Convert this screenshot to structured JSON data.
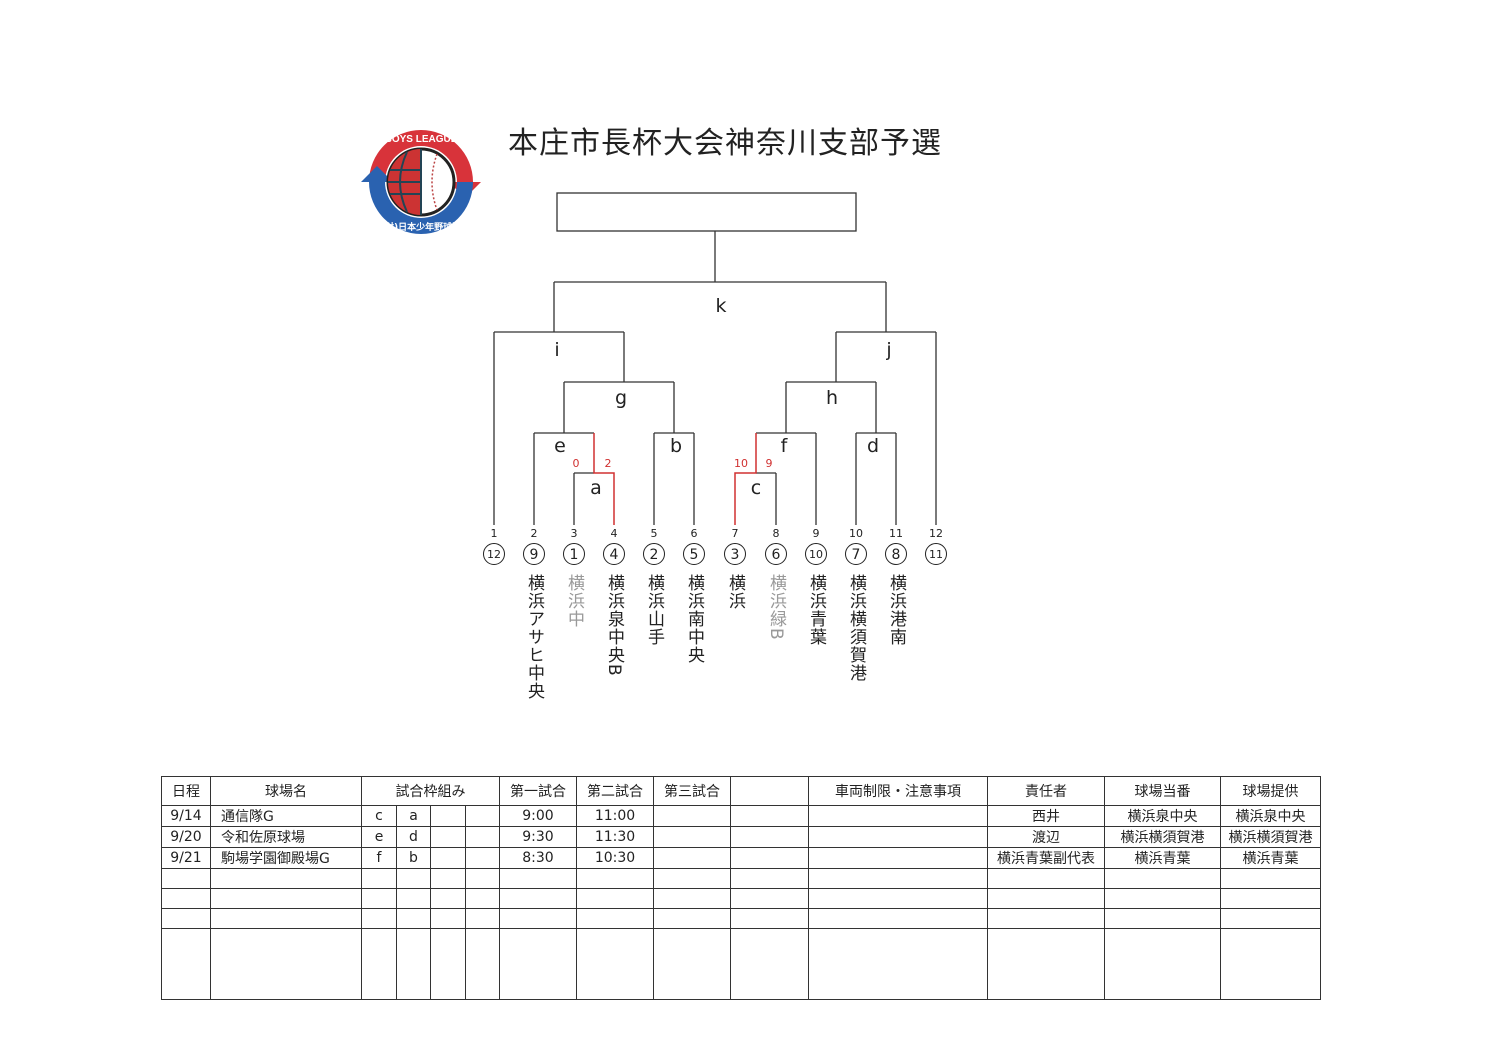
{
  "title": "本庄市長杯大会神奈川支部予選",
  "logo": {
    "top_text": "BOYS LEAGUE",
    "bottom_text": "(公財)日本少年野球連盟"
  },
  "colors": {
    "line": "#333333",
    "winner": "#d03030",
    "logo_red": "#d8333a",
    "logo_blue": "#2a62b0"
  },
  "bracket": {
    "games": {
      "a": "a",
      "b": "b",
      "c": "c",
      "d": "d",
      "e": "e",
      "f": "f",
      "g": "g",
      "h": "h",
      "i": "i",
      "j": "j",
      "k": "k"
    },
    "scores": {
      "a_left": "0",
      "a_right": "2",
      "c_left": "10",
      "c_right": "9"
    },
    "slots": [
      {
        "num": "1",
        "seed": "12",
        "team": "",
        "grey": false
      },
      {
        "num": "2",
        "seed": "9",
        "team": "横浜アサヒ中央",
        "grey": false
      },
      {
        "num": "3",
        "seed": "1",
        "team": "横浜中",
        "grey": true
      },
      {
        "num": "4",
        "seed": "4",
        "team": "横浜泉中央B",
        "grey": false
      },
      {
        "num": "5",
        "seed": "2",
        "team": "横浜山手",
        "grey": false
      },
      {
        "num": "6",
        "seed": "5",
        "team": "横浜南中央",
        "grey": false
      },
      {
        "num": "7",
        "seed": "3",
        "team": "横浜",
        "grey": false
      },
      {
        "num": "8",
        "seed": "6",
        "team": "横浜緑B",
        "grey": true
      },
      {
        "num": "9",
        "seed": "10",
        "team": "横浜青葉",
        "grey": false
      },
      {
        "num": "10",
        "seed": "7",
        "team": "横浜横須賀港",
        "grey": false
      },
      {
        "num": "11",
        "seed": "8",
        "team": "横浜港南",
        "grey": false
      },
      {
        "num": "12",
        "seed": "11",
        "team": "",
        "grey": false
      }
    ]
  },
  "schedule": {
    "headers": [
      "日程",
      "球場名",
      "試合枠組み",
      "第一試合",
      "第二試合",
      "第三試合",
      "",
      "車両制限・注意事項",
      "責任者",
      "球場当番",
      "球場提供"
    ],
    "rows": [
      {
        "date": "9/14",
        "field": "通信隊G",
        "g1": "c",
        "g2": "a",
        "g3": "",
        "g4": "",
        "t1": "9:00",
        "t2": "11:00",
        "t3": "",
        "x": "",
        "notes": "",
        "manager": "西井",
        "duty": "横浜泉中央",
        "provider": "横浜泉中央"
      },
      {
        "date": "9/20",
        "field": "令和佐原球場",
        "g1": "e",
        "g2": "d",
        "g3": "",
        "g4": "",
        "t1": "9:30",
        "t2": "11:30",
        "t3": "",
        "x": "",
        "notes": "",
        "manager": "渡辺",
        "duty": "横浜横須賀港",
        "provider": "横浜横須賀港"
      },
      {
        "date": "9/21",
        "field": "駒場学園御殿場G",
        "g1": "f",
        "g2": "b",
        "g3": "",
        "g4": "",
        "t1": "8:30",
        "t2": "10:30",
        "t3": "",
        "x": "",
        "notes": "",
        "manager": "横浜青葉副代表",
        "duty": "横浜青葉",
        "provider": "横浜青葉"
      }
    ]
  }
}
